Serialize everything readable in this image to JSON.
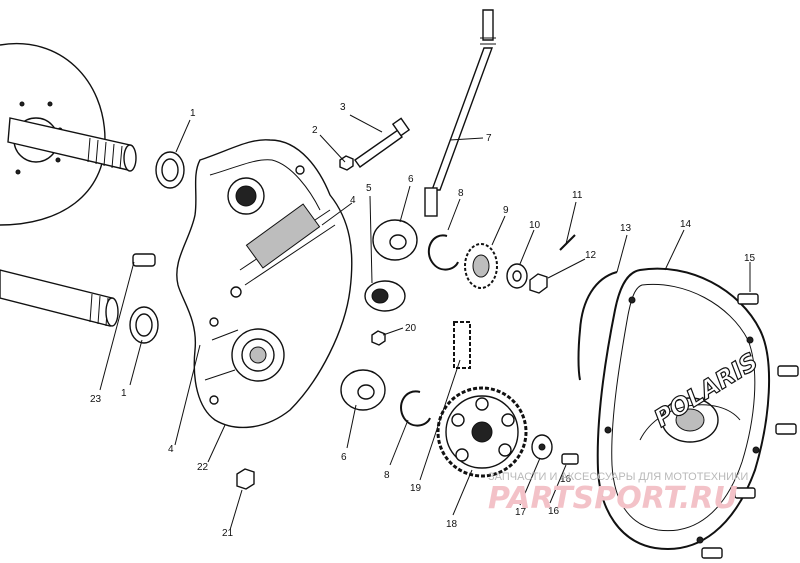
{
  "callouts": {
    "c1a": "1",
    "c1b": "1",
    "c2": "2",
    "c3": "3",
    "c4a": "4",
    "c4b": "4",
    "c5": "5",
    "c6a": "6",
    "c6b": "6",
    "c7": "7",
    "c8a": "8",
    "c8b": "8",
    "c9": "9",
    "c10": "10",
    "c11": "11",
    "c12": "12",
    "c13": "13",
    "c14": "14",
    "c15": "15",
    "c16a": "16",
    "c16b": "16",
    "c17": "17",
    "c18": "18",
    "c19": "19",
    "c20": "20",
    "c21": "21",
    "c22": "22",
    "c23": "23"
  },
  "cover_brand": "POLARIS",
  "watermark": {
    "tagline": "ЗАПЧАСТИ И АКСЕССУАРЫ ДЛЯ МОТОТЕХНИКИ",
    "logo": "PARTSPORT.RU"
  }
}
